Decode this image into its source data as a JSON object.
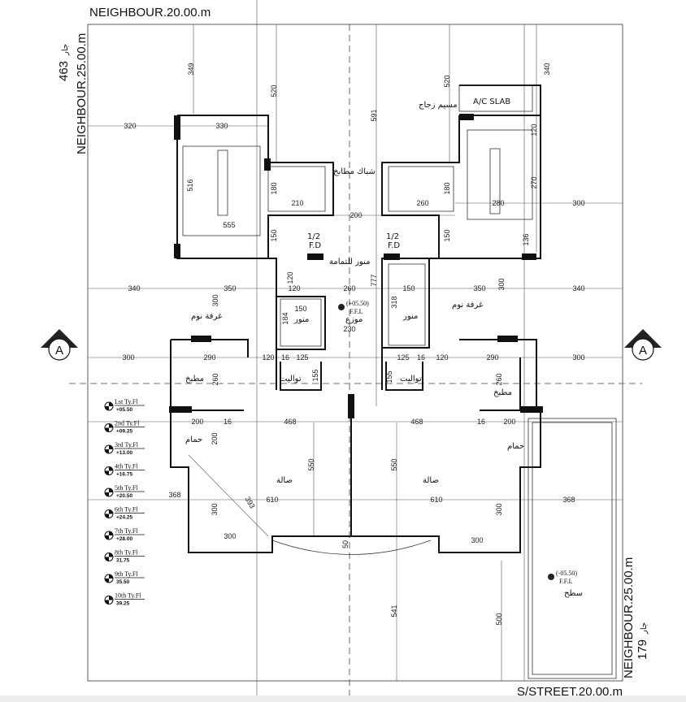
{
  "title": "Typical Floor Plan",
  "neighbours": {
    "top": "NEIGHBOUR.20.00.m",
    "left": "NEIGHBOUR.25.00.m",
    "left_plot": "463",
    "left_ar": "جار",
    "right": "NEIGHBOUR.25.00.m",
    "right_plot": "179",
    "right_ar": "جار",
    "bottom": "S/STREET.20.00.m"
  },
  "section_marker": "A",
  "labels": {
    "ac_slab": "A/C SLAB",
    "glass_roof": "مسيم زجاج",
    "kitchen_window": "شباك مطابخ",
    "lightwell_toilet": "منور للتمامة",
    "fd_left_1": "1/2",
    "fd_left_2": "F.D",
    "fd_right_1": "1/2",
    "fd_right_2": "F.D",
    "ffl_value": "(+05.50)",
    "ffl_label": "F.F.L",
    "lobby": "موزع",
    "roof_ffl_value": "(-05.50)",
    "roof_ffl_label": "F.F.L",
    "roof": "سطح"
  },
  "rooms": {
    "bedroom_left": "غرفة نوم",
    "bedroom_right": "غرفة نوم",
    "kitchen_left": "مطبخ",
    "kitchen_right": "مطبخ",
    "bath_left": "حمام",
    "bath_right": "حمام",
    "hall_left": "صالة",
    "hall_right": "صالة",
    "toilet_left": "تواليت",
    "toilet_right": "تواليت",
    "lightwell_left": "منور",
    "lightwell_right": "منور"
  },
  "dimensions": [
    "349",
    "520",
    "591",
    "520",
    "340",
    "320",
    "330",
    "516",
    "180",
    "210",
    "200",
    "180",
    "260",
    "280",
    "300",
    "120",
    "270",
    "136",
    "150",
    "150",
    "555",
    "340",
    "350",
    "120",
    "260",
    "777",
    "150",
    "350",
    "340",
    "300",
    "300",
    "318",
    "150",
    "184",
    "120",
    "230",
    "300",
    "290",
    "120",
    "16",
    "125",
    "155",
    "125",
    "16",
    "120",
    "290",
    "300",
    "260",
    "260",
    "155",
    "200",
    "16",
    "468",
    "468",
    "16",
    "200",
    "200",
    "550",
    "550",
    "368",
    "610",
    "610",
    "368",
    "300",
    "300",
    "393",
    "300",
    "300",
    "50",
    "541",
    "500"
  ],
  "levels": [
    {
      "name": "Lst Ty.Fl",
      "value": "+05.50"
    },
    {
      "name": "2nd Ty.Fl",
      "value": "+09.25"
    },
    {
      "name": "3rd Ty.Fl",
      "value": "+13.00"
    },
    {
      "name": "4th Ty.Fl",
      "value": "+16.75"
    },
    {
      "name": "5th Ty.Fl",
      "value": "+20.50"
    },
    {
      "name": "6th Ty.Fl",
      "value": "+24.25"
    },
    {
      "name": "7th Ty.Fl",
      "value": "+28.00"
    },
    {
      "name": "8th Ty.Fl",
      "value": "31.75"
    },
    {
      "name": "9th Ty.Fl",
      "value": "35.50"
    },
    {
      "name": "10th Ty.Fl",
      "value": "39.25"
    }
  ]
}
